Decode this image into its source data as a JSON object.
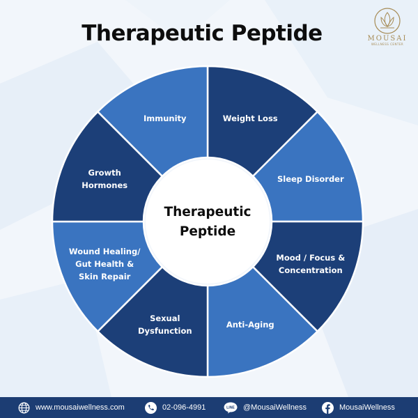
{
  "title": "Therapeutic Peptide",
  "brand": {
    "name": "MOUSAI",
    "tagline": "WELLNESS CENTER"
  },
  "center": {
    "line1": "Therapeutic",
    "line2": "Peptide"
  },
  "segments": [
    {
      "lines": [
        "Weight Loss"
      ],
      "shade": "dark"
    },
    {
      "lines": [
        "Sleep Disorder"
      ],
      "shade": "light"
    },
    {
      "lines": [
        "Mood / Focus &",
        "Concentration"
      ],
      "shade": "dark"
    },
    {
      "lines": [
        "Anti-Aging"
      ],
      "shade": "light"
    },
    {
      "lines": [
        "Sexual",
        "Dysfunction"
      ],
      "shade": "dark"
    },
    {
      "lines": [
        "Wound Healing/",
        "Gut Health &",
        "Skin Repair"
      ],
      "shade": "light"
    },
    {
      "lines": [
        "Growth",
        "Hormones"
      ],
      "shade": "dark"
    },
    {
      "lines": [
        "Immunity"
      ],
      "shade": "light"
    }
  ],
  "colors": {
    "dark": "#1c3f78",
    "light": "#3a74c0",
    "footer": "#1c3d73",
    "gold": "#a68b55"
  },
  "footer": {
    "website": "www.mousaiwellness.com",
    "phone": "02-096-4991",
    "line": "@MousaiWellness",
    "facebook": "MousaiWellness",
    "line_badge": "LINE"
  }
}
